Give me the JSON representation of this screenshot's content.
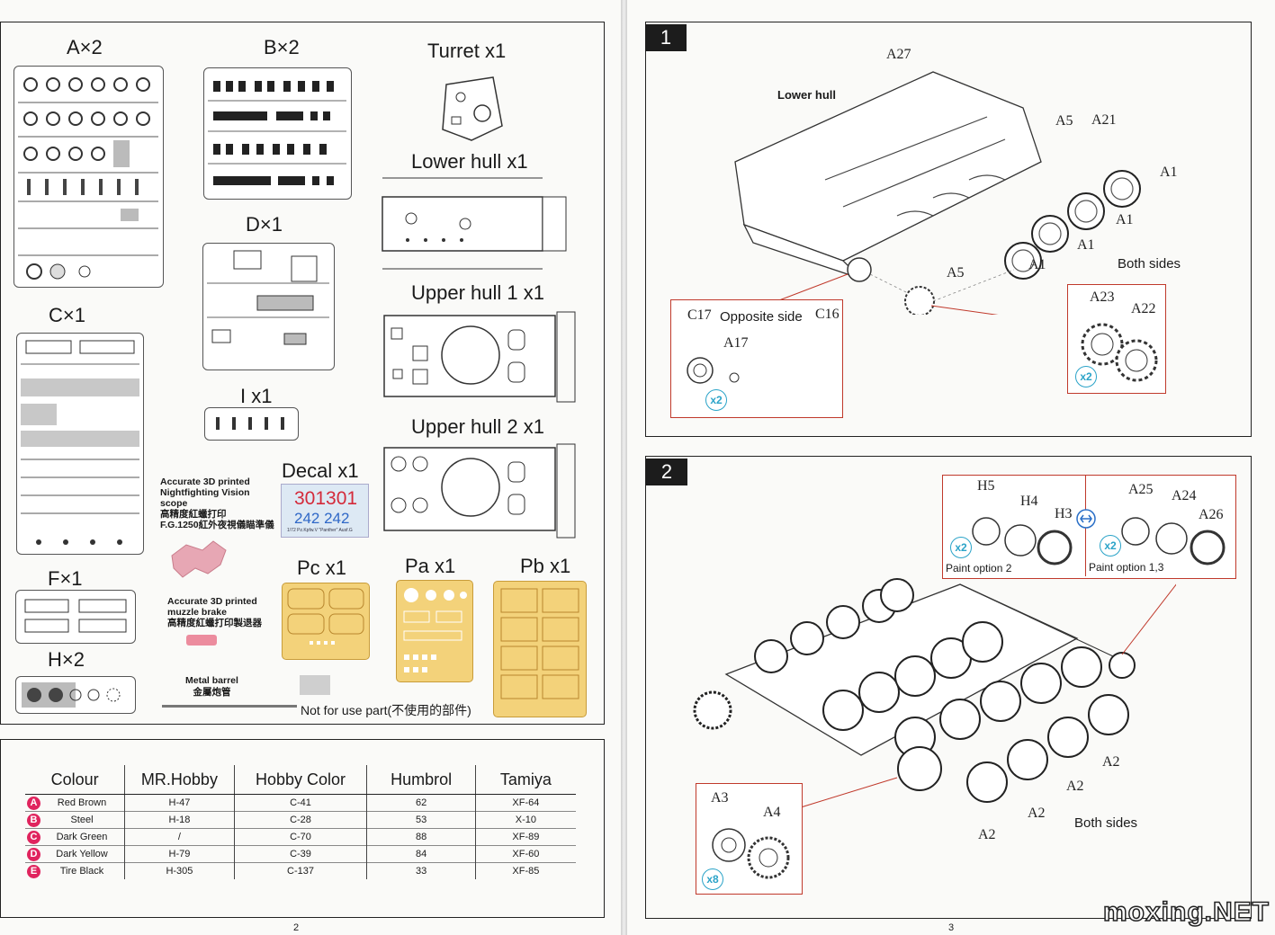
{
  "left_page": {
    "sprues": {
      "a": "A×2",
      "b": "B×2",
      "turret": "Turret  x1",
      "lower_hull": "Lower hull  x1",
      "d": "D×1",
      "upper_hull_1": "Upper hull 1  x1",
      "c": "C×1",
      "i": "I x1",
      "upper_hull_2": "Upper hull 2  x1",
      "decal": "Decal  x1",
      "f": "F×1",
      "h": "H×2",
      "pc": "Pc  x1",
      "pa": "Pa x1",
      "pb": "Pb x1"
    },
    "decal_numbers": [
      "301301",
      "242 242"
    ],
    "decal_caption": "1/72 Pz.Kpfw.V \"Panther\" Ausf.G",
    "accessories": {
      "nightvision": [
        "Accurate 3D printed",
        "Nightfighting Vision",
        "scope",
        "高精度紅蠟打印",
        "F.G.1250紅外夜視儀瞄準儀"
      ],
      "muzzle": [
        "Accurate 3D printed",
        "muzzle brake",
        "高精度紅蠟打印製退器"
      ],
      "barrel": [
        "Metal barrel",
        "金屬炮管"
      ]
    },
    "not_for_use": "Not for use part(不使用的部件)",
    "paint_table": {
      "headers": [
        "Colour",
        "MR.Hobby",
        "Hobby Color",
        "Humbrol",
        "Tamiya"
      ],
      "rows": [
        {
          "code": "A",
          "name": "Red Brown",
          "mrhobby": "H-47",
          "hobby": "C-41",
          "humbrol": "62",
          "tamiya": "XF-64"
        },
        {
          "code": "B",
          "name": "Steel",
          "mrhobby": "H-18",
          "hobby": "C-28",
          "humbrol": "53",
          "tamiya": "X-10"
        },
        {
          "code": "C",
          "name": "Dark Green",
          "mrhobby": "/",
          "hobby": "C-70",
          "humbrol": "88",
          "tamiya": "XF-89"
        },
        {
          "code": "D",
          "name": "Dark Yellow",
          "mrhobby": "H-79",
          "hobby": "C-39",
          "humbrol": "84",
          "tamiya": "XF-60"
        },
        {
          "code": "E",
          "name": "Tire Black",
          "mrhobby": "H-305",
          "hobby": "C-137",
          "humbrol": "33",
          "tamiya": "XF-85"
        }
      ]
    },
    "page_number": "2"
  },
  "right_page": {
    "step1": {
      "number": "1",
      "labels": {
        "lower_hull": "Lower hull",
        "a27": "A27",
        "a5_top": "A5",
        "a21": "A21",
        "a1_1": "A1",
        "a1_2": "A1",
        "a1_3": "A1",
        "a1_4": "A1",
        "a5_bottom": "A5",
        "both_sides": "Both sides",
        "c17": "C17",
        "opposite_side": "Opposite side",
        "c16": "C16",
        "a17": "A17",
        "x2_left": "x2",
        "a23": "A23",
        "a22": "A22",
        "x2_right": "x2"
      }
    },
    "step2": {
      "number": "2",
      "labels": {
        "h5": "H5",
        "h4": "H4",
        "h3": "H3",
        "x2_left": "x2",
        "paint_option_2": "Paint option 2",
        "a25": "A25",
        "a24": "A24",
        "a26": "A26",
        "x2_right": "x2",
        "paint_option_13": "Paint option 1,3",
        "a3": "A3",
        "a4": "A4",
        "x8": "x8",
        "a2_1": "A2",
        "a2_2": "A2",
        "a2_3": "A2",
        "a2_4": "A2",
        "both_sides": "Both sides"
      }
    },
    "page_number": "3",
    "watermark": "moxing.NET"
  },
  "colors": {
    "step_box": "#1c1c1c",
    "callout_red": "#c0392b",
    "multiplier_blue": "#2aa3c8",
    "paint_dot": "#e0245e",
    "etch_gold": "#f3d27a"
  }
}
